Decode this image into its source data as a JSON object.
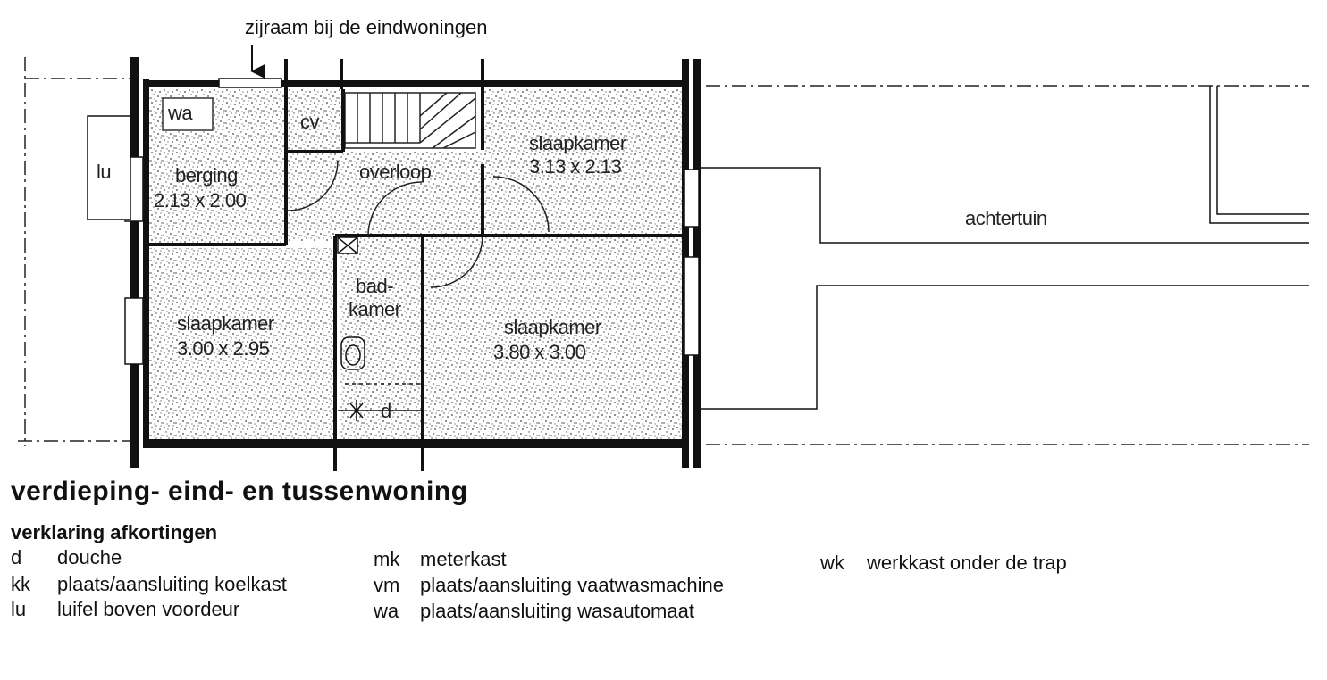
{
  "callout": "zijraam bij de eindwoningen",
  "rooms": {
    "wa": "wa",
    "cv": "cv",
    "lu": "lu",
    "berging_name": "berging",
    "berging_dim": "2.13 x 2.00",
    "overloop": "overloop",
    "slaapkamer_rt_name": "slaapkamer",
    "slaapkamer_rt_dim": "3.13 x 2.13",
    "slaapkamer_lb_name": "slaapkamer",
    "slaapkamer_lb_dim": "3.00 x 2.95",
    "bad_1": "bad-",
    "bad_2": "kamer",
    "slaapkamer_rb_name": "slaapkamer",
    "slaapkamer_rb_dim": "3.80 x 3.00",
    "d": "d",
    "achtertuin": "achtertuin"
  },
  "title": "verdieping- eind- en tussenwoning",
  "legend_title": "verklaring afkortingen",
  "legend": {
    "col1": [
      {
        "abbr": "d",
        "text": "douche"
      },
      {
        "abbr": "kk",
        "text": "plaats/aansluiting koelkast"
      },
      {
        "abbr": "lu",
        "text": "luifel boven voordeur"
      }
    ],
    "col2": [
      {
        "abbr": "mk",
        "text": "meterkast"
      },
      {
        "abbr": "vm",
        "text": "plaats/aansluiting vaatwasmachine"
      },
      {
        "abbr": "wa",
        "text": "plaats/aansluiting wasautomaat"
      }
    ],
    "col3": [
      {
        "abbr": "wk",
        "text": "werkkast onder de trap"
      }
    ]
  }
}
